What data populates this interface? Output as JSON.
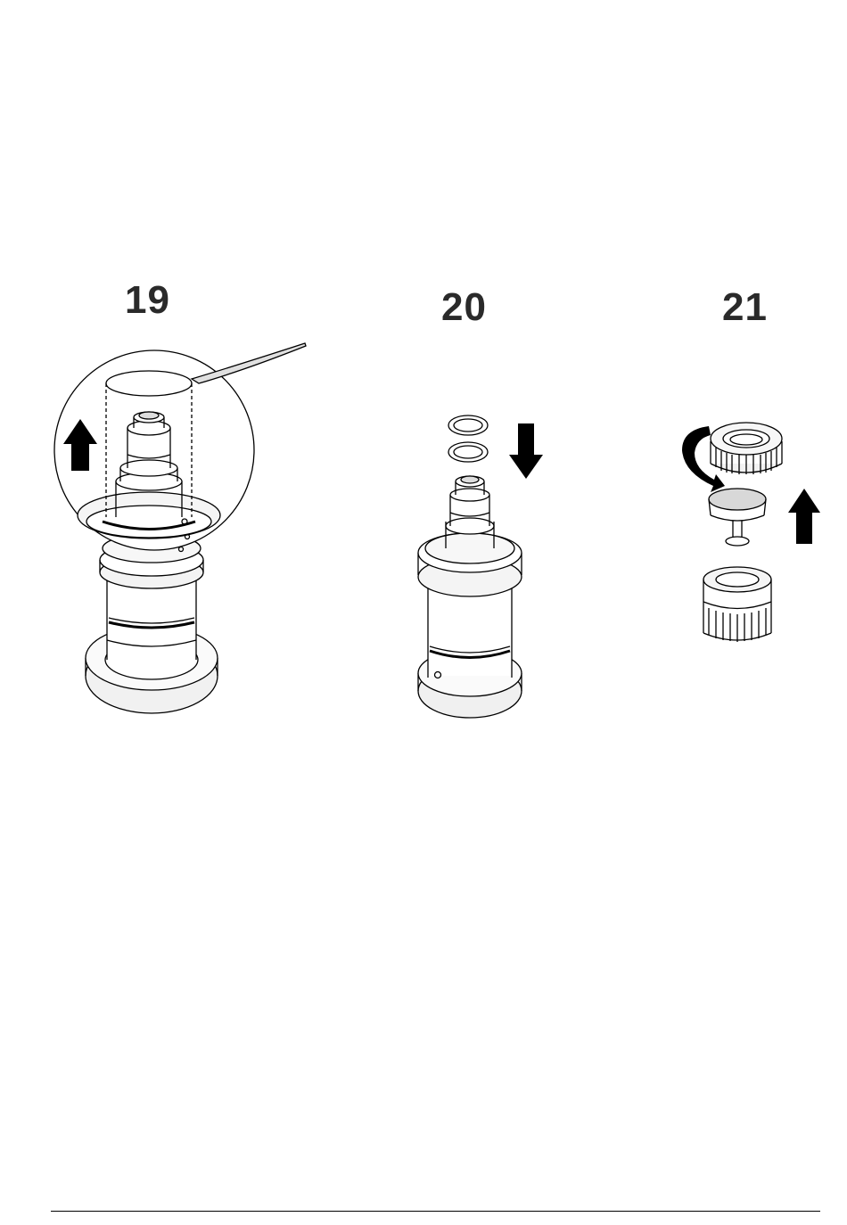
{
  "steps": [
    {
      "number": "19",
      "action": "remove-ring-upward"
    },
    {
      "number": "20",
      "action": "install-o-rings-downward"
    },
    {
      "number": "21",
      "action": "unscrew-cap-remove-parts-upward"
    }
  ],
  "colors": {
    "line": "#000000",
    "shade": "#e6e6e6",
    "light": "#f3f3f3",
    "dark": "#1a1a1a"
  },
  "icons": [
    "arrow-up-icon",
    "arrow-down-icon",
    "rotate-ccw-icon",
    "pick-tool-icon"
  ]
}
